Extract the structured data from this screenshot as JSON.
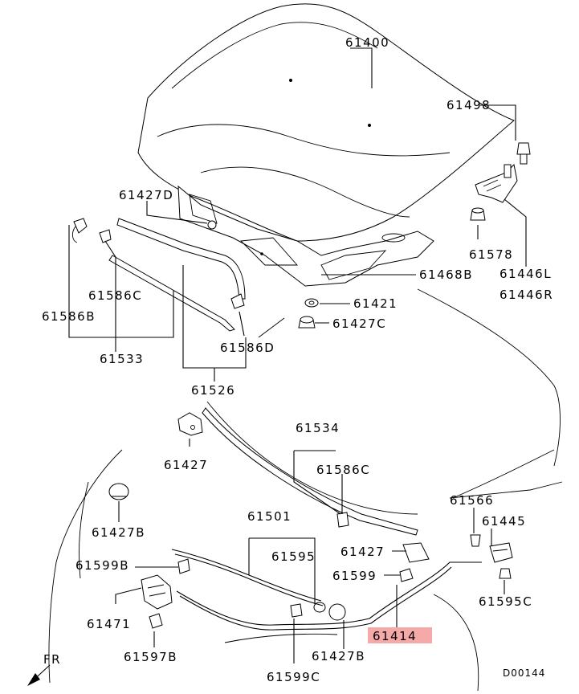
{
  "diagram_code": "D00144",
  "front_marker": "FR",
  "highlighted_part": "61414",
  "highlight_color": "#f5a9a9",
  "labels": {
    "p61400": "61400",
    "p61498": "61498",
    "p61427D": "61427D",
    "p61578": "61578",
    "p61446L": "61446L",
    "p61446R": "61446R",
    "p61468B": "61468B",
    "p61421": "61421",
    "p61427C": "61427C",
    "p61586C_a": "61586C",
    "p61586B": "61586B",
    "p61533": "61533",
    "p61586D": "61586D",
    "p61526": "61526",
    "p61534": "61534",
    "p61427_a": "61427",
    "p61586C_b": "61586C",
    "p61427B_a": "61427B",
    "p61566": "61566",
    "p61445": "61445",
    "p61501": "61501",
    "p61595": "61595",
    "p61427_b": "61427",
    "p61599B": "61599B",
    "p61599": "61599",
    "p61595C": "61595C",
    "p61471": "61471",
    "p61414": "61414",
    "p61597B": "61597B",
    "p61427B_b": "61427B",
    "p61599C": "61599C"
  }
}
